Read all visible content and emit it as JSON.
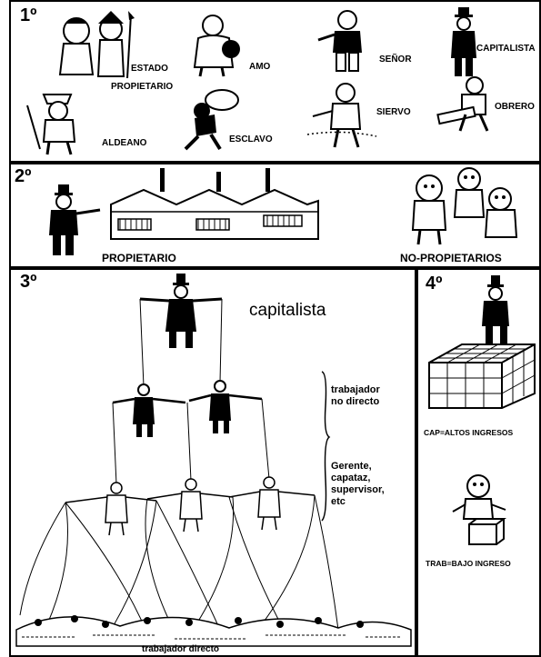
{
  "panels": {
    "p1": {
      "number": "1º",
      "labels": {
        "estado": "ESTADO",
        "propietario": "PROPIETARIO",
        "amo": "AMO",
        "senor": "SEÑOR",
        "capitalista": "CAPITALISTA",
        "aldeano": "ALDEANO",
        "esclavo": "ESCLAVO",
        "siervo": "SIERVO",
        "obrero": "OBRERO"
      }
    },
    "p2": {
      "number": "2º",
      "propietario": "PROPIETARIO",
      "no_propietarios": "NO-PROPIETARIOS"
    },
    "p3": {
      "number": "3º",
      "capitalista": "capitalista",
      "trabajador_no_directo": "trabajador no directo",
      "gerente": "Gerente, capataz, supervisor, etc",
      "trabajador_directo": "trabajador directo"
    },
    "p4": {
      "number": "4º",
      "cap_ingresos": "CAP=ALTOS INGRESOS",
      "trab_ingreso": "TRAB=BAJO INGRESO"
    }
  }
}
